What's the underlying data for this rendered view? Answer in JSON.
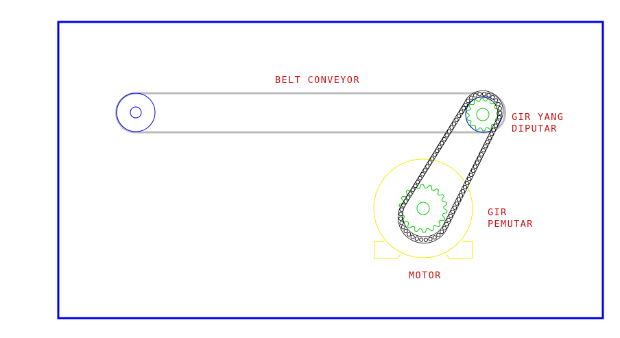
{
  "labels": {
    "belt_conveyor": "BELT CONVEYOR",
    "driven_gear_line1": "GIR YANG",
    "driven_gear_line2": "DIPUTAR",
    "drive_gear_line1": "GIR",
    "drive_gear_line2": "PEMUTAR",
    "motor": "MOTOR"
  },
  "colors": {
    "frame": "#0000ee",
    "label": "#cc1111",
    "belt": "#bbbbbb",
    "pulley": "#0000ee",
    "gear": "#00cc00",
    "motor": "#eeee00",
    "chain": "#000000"
  }
}
